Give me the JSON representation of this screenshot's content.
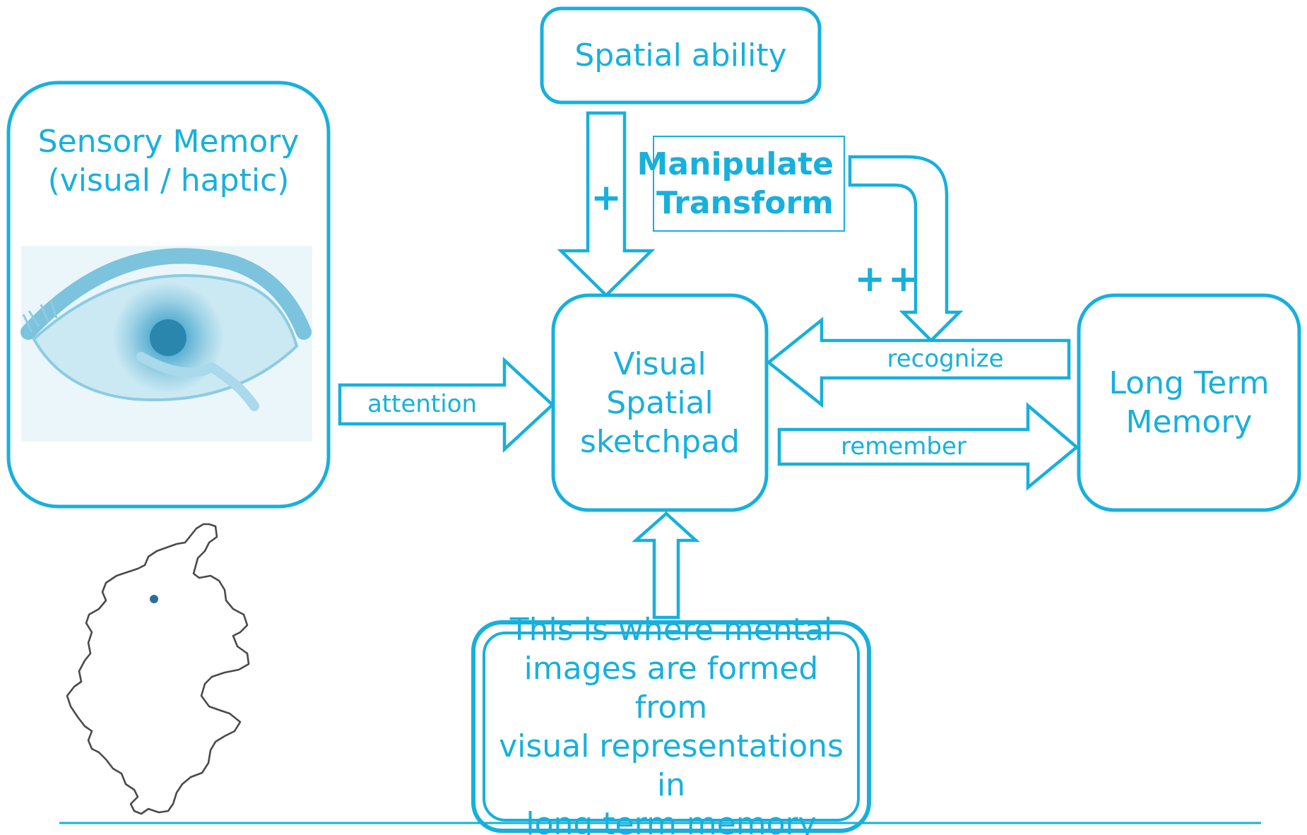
{
  "diagram": {
    "spatial_ability": "Spatial ability",
    "sensory_memory": "Sensory Memory\n(visual / haptic)",
    "manipulate_transform": "Manipulate\nTransform",
    "visual_spatial_sketchpad": "Visual\nSpatial\nsketchpad",
    "long_term_memory": "Long Term\nMemory",
    "mental_images_note": "This is where mental\nimages are formed from\nvisual representations in\nlong term memory",
    "arrow_labels": {
      "attention": "attention",
      "recognize": "recognize",
      "remember": "remember",
      "plus": "+",
      "plus_plus": "++"
    }
  },
  "colors": {
    "accent": "#17b0dd",
    "eye_image": "#9fd3e6",
    "background": "#ffffff"
  },
  "icons": {
    "eye_illustration": "eye-icon",
    "region_outline_map": "map-outline-icon"
  }
}
